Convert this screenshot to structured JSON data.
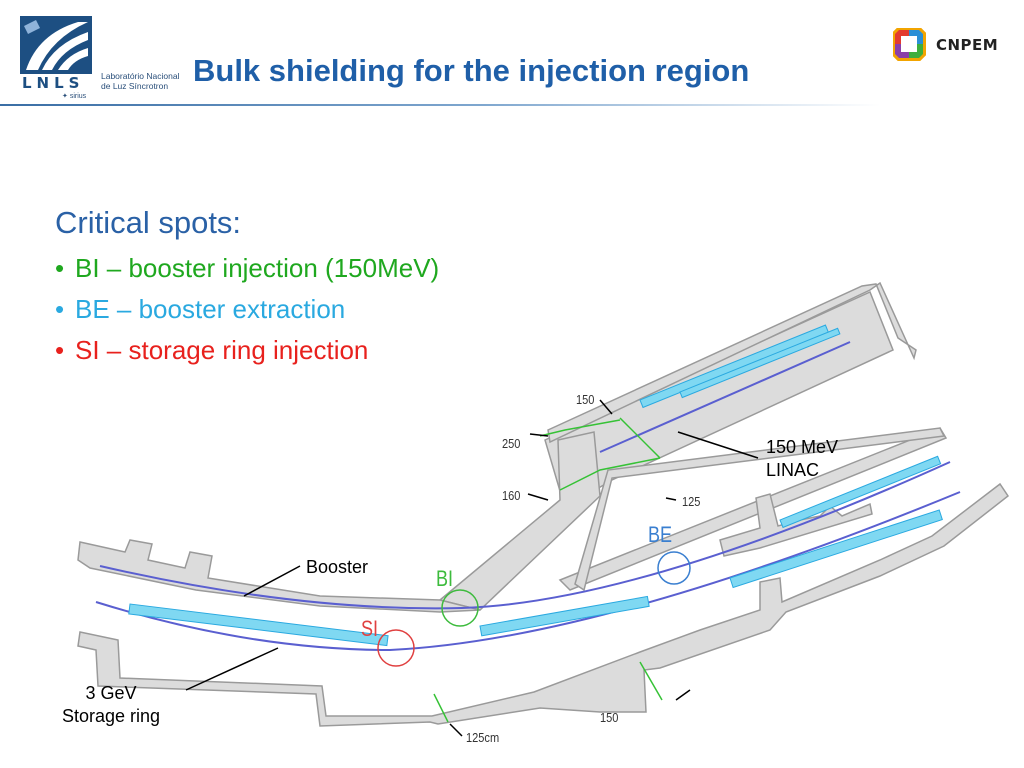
{
  "header": {
    "title": "Bulk shielding for the injection region",
    "lnls_letters": "LNLS",
    "lnls_caption_line1": "Laboratório Nacional",
    "lnls_caption_line2": "de Luz Síncrotron",
    "lnls_sirius": "sirius",
    "cnpem_text": "CNPEM"
  },
  "content": {
    "heading": "Critical spots:",
    "bullets": [
      {
        "text": "BI – booster injection (150MeV)",
        "color": "#1fa81f"
      },
      {
        "text": "BE – booster extraction",
        "color": "#2aa9e0"
      },
      {
        "text": "SI – storage ring injection",
        "color": "#e8211d"
      }
    ]
  },
  "diagram": {
    "labels": {
      "linac_line1": "150 MeV",
      "linac_line2": "LINAC",
      "booster": "Booster",
      "storage_line1": "3 GeV",
      "storage_line2": "Storage ring"
    },
    "tags": {
      "bi": "BI",
      "be": "BE",
      "si": "SI"
    },
    "dimensions": {
      "d150_top": "150",
      "d250": "250",
      "d160": "160",
      "d125": "125",
      "d150_bottom": "150",
      "d125cm": "125cm"
    },
    "colors": {
      "wall_fill": "#dcdcdc",
      "wall_stroke": "#9a9a9a",
      "beamline": "#5a5fd0",
      "magnets": "#3fc2e8",
      "dimension_green": "#36c236",
      "bi_color": "#3dbb3d",
      "be_color": "#3a7fd0",
      "si_color": "#e04040"
    }
  }
}
